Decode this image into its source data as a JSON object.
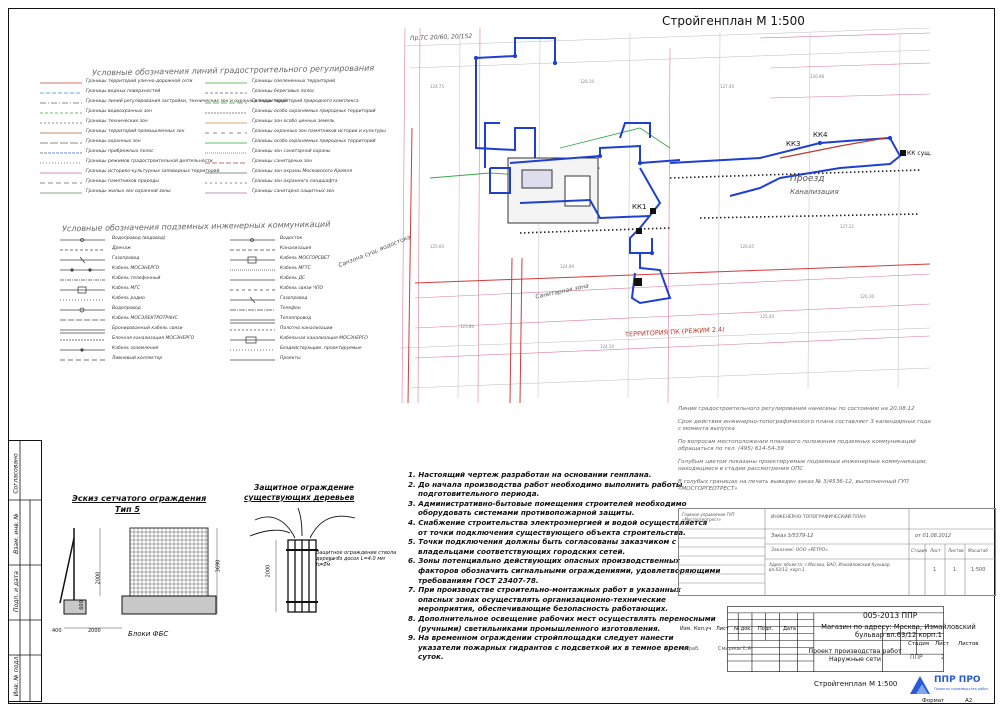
{
  "plan": {
    "title": "Стройгенплан М 1:500",
    "labels": {
      "kk1": "КК1",
      "kk3": "КК3",
      "kk4": "КК4",
      "kk_syshch": "КК сущ.",
      "zone_bottom": "ТЕРРИТОРИЯ ПК (РЕЖИМ 2.4)",
      "projezd": "Проезд",
      "sanitary_zone": "Санитарная зона",
      "canal": "Канализация",
      "top_code": "Пр.ТС 20/60, 20/152",
      "sanit_left": "Санзона сущ. водостока"
    }
  },
  "legend": {
    "title_lines": "Условные обозначения линий градостроительного регулирования",
    "title_networks": "Условные обозначения подземных инженерных коммуникаций",
    "left_lines": [
      "Границы территорий улично-дорожной сети",
      "Границы водных поверхностей",
      "Границы линий регулирования застройки, технических зон и охранных территорий",
      "Границы водоохранных зон",
      "Границы технических зон",
      "Границы территорий промышленных зон",
      "Границы охранных зон",
      "Границы прибрежных полос",
      "Границы режимов градостроительной деятельности",
      "Границы историко-культурных заповедных территорий",
      "Границы памятников природы",
      "Границы жилых зон охранной зоны"
    ],
    "right_lines": [
      "Границы озелененных территорий",
      "Границы береговых полос",
      "Границы территорий природного комплекса",
      "Границы особо охраняемых природных территорий",
      "Границы зон особо ценных земель",
      "Границы охранных зон памятников истории и культуры",
      "Границы особо охраняемых природных территорий",
      "Границы зон санитарной охраны",
      "Границы санитарных зон",
      "Границы зон охраны Московского Кремля",
      "Границы зон охранного ландшафта",
      "Границы санитарно-защитных зон"
    ],
    "left_networks": [
      "Водопровод (водовод)",
      "Дренаж",
      "Газопровод",
      "Кабель МОСЭНЕРГО",
      "Кабель телефонный",
      "Кабель МГС",
      "Кабель радио",
      "Водопровод",
      "Кабель МОСЭЛЕКТРОТРАНС",
      "Бронированный кабель связи",
      "Блочная канализация МОСЭНЕРГО",
      "Кабель заземления",
      "Ливневый коллектор"
    ],
    "right_networks": [
      "Водосток",
      "Канализация",
      "Кабель МОСГОРСВЕТ",
      "Кабель МГТС",
      "Кабель ДС",
      "Кабель связи ЧПО",
      "Газопровод",
      "Телефон",
      "Теплопровод",
      "Полотно канализации",
      "Кабельная канализация МОСЭНЕРГО",
      "Бездействующие, проектируемые",
      "Проекты"
    ]
  },
  "survey_notes": [
    "Линии градостроительного регулирования нанесены по состоянию на 20.08.12",
    "Срок действия инженерно-топографического плана составляет 3 календарных года с момента выпуска",
    "По вопросам местоположения планового положения подземных коммуникаций обращаться по тел. (495) 614-54-39",
    "Голубым цветом показаны проектируемые подземные инженерные коммуникации, находящиеся в стадии рассмотрения ОПС",
    "В голубых границах на печать выведен заказ № 3/4536-12, выполненный ГУП «МОСГОРГЕОТРЕСТ»"
  ],
  "fence": {
    "title": "Эскиз сетчатого ограждения",
    "subtitle": "Тип 5",
    "blocks_label": "Блоки ФБС",
    "dim_height": "2000",
    "dim_total": "3690",
    "dim_small": "400",
    "dim_small2": "600",
    "dim_bottom": "2000"
  },
  "tree": {
    "title_line1": "Защитное ограждение",
    "title_line2": "существующих деревьев",
    "note": "Защитное ограждение ствола дерева из досок L=4.0 мм h=2м",
    "dim": "2000"
  },
  "notes": [
    "1. Настоящий чертеж разработан на основании генплана.",
    "2. До начала производства работ необходимо выполнить работы",
    "подготовительного периода.",
    "3. Административно-бытовые помещения строителей необходимо",
    "оборудовать системами противопожарной защиты.",
    "4. Снабжение строительства электроэнергией и водой осуществляется",
    "от точки подключения существующего объекта строительства.",
    "5. Точки подключения должны быть согласованы заказчиком с",
    "владельцами соответствующих городских сетей.",
    "6. Зоны потенциально действующих опасных производственных",
    "факторов обозначить сигнальными ограждениями, удовлетворяющими",
    "требованиям ГОСТ 23407-78.",
    "7. При производстве строительно-монтажных работ в указанных",
    "опасных зонах осуществлять организационно-технические",
    "мероприятия, обеспечивающие безопасность работающих.",
    "8. Дополнительное освещение рабочих мест осуществлять переносными",
    "(ручными) светильниками промышленного изготовления.",
    "9. На временном ограждении стройплощадки следует нанести",
    "указатели пожарных гидрантов с подсветкой их в темное время",
    "суток."
  ],
  "survey_stamp": {
    "org": "Главное управление ГУП «Мосгоргеотрест»",
    "plan_type": "ИНЖЕНЕРНО-ТОПОГРАФИЧЕСКИЙ ПЛАН",
    "order": "Заказ 3/5379-12",
    "order_date": "от 01.08.2012",
    "customer": "Заказчик: ООО «РЕТРО»",
    "address": "Адрес объекта: г.Москва, ВАО, Измайловский бульвар, вл.63/12, корп.1",
    "scale": "1:500",
    "sheet": "1",
    "sheets": "1",
    "col_stage": "Стадия",
    "col_sheet": "Лист",
    "col_sheets": "Листов",
    "col_scale": "Масштаб"
  },
  "main_stamp": {
    "code": "005-2013 ППР",
    "address": "Магазин по адресу: Москва, Измайловский бульвар вл.63/12 корп.1",
    "work": "Проект производства работ Наружные сети",
    "drawing": "Стройгенплан М 1:500",
    "stage": "ППР",
    "sheet": "2",
    "col_stage": "Стадия",
    "col_sheet": "Лист",
    "col_sheets": "Листов",
    "header_cols": [
      "Изм.",
      "Кол.уч",
      "Лист",
      "№ док.",
      "Подп.",
      "Дата"
    ],
    "roles": [
      "Разраб."
    ],
    "names": [
      "Смирнов С.А."
    ],
    "logo_text": "ППР ПРО",
    "logo_sub": "Проекты производства работ",
    "format_label": "Формат",
    "format_value": "А2"
  },
  "side_stamp": {
    "labels": [
      "Согласовано",
      "Взам. инв. №",
      "Подп. и дата",
      "Инв. № подл."
    ]
  },
  "colors": {
    "designed_network": "#1f3fd0",
    "red_line": "#d63a3a",
    "pink_line": "#e07aa0",
    "green_line": "#3aa84a"
  }
}
